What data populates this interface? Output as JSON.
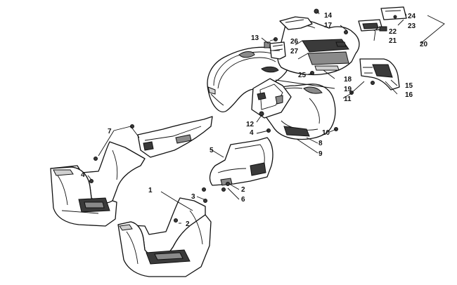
{
  "diagram": {
    "callouts": [
      {
        "id": "c1",
        "label": "1"
      },
      {
        "id": "c2a",
        "label": "2"
      },
      {
        "id": "c2b",
        "label": "2"
      },
      {
        "id": "c3",
        "label": "3"
      },
      {
        "id": "c4a",
        "label": "4"
      },
      {
        "id": "c4b",
        "label": "4"
      },
      {
        "id": "c5",
        "label": "5"
      },
      {
        "id": "c6",
        "label": "6"
      },
      {
        "id": "c7",
        "label": "7"
      },
      {
        "id": "c8",
        "label": "8"
      },
      {
        "id": "c9",
        "label": "9"
      },
      {
        "id": "c10",
        "label": "10"
      },
      {
        "id": "c11",
        "label": "11"
      },
      {
        "id": "c12",
        "label": "12"
      },
      {
        "id": "c13",
        "label": "13"
      },
      {
        "id": "c14",
        "label": "14"
      },
      {
        "id": "c15",
        "label": "15"
      },
      {
        "id": "c16",
        "label": "16"
      },
      {
        "id": "c17",
        "label": "17"
      },
      {
        "id": "c18",
        "label": "18"
      },
      {
        "id": "c19",
        "label": "19"
      },
      {
        "id": "c20",
        "label": "20"
      },
      {
        "id": "c21",
        "label": "21"
      },
      {
        "id": "c22",
        "label": "22"
      },
      {
        "id": "c23",
        "label": "23"
      },
      {
        "id": "c24",
        "label": "24"
      },
      {
        "id": "c25",
        "label": "25"
      },
      {
        "id": "c26",
        "label": "26"
      },
      {
        "id": "c27",
        "label": "27"
      }
    ]
  }
}
